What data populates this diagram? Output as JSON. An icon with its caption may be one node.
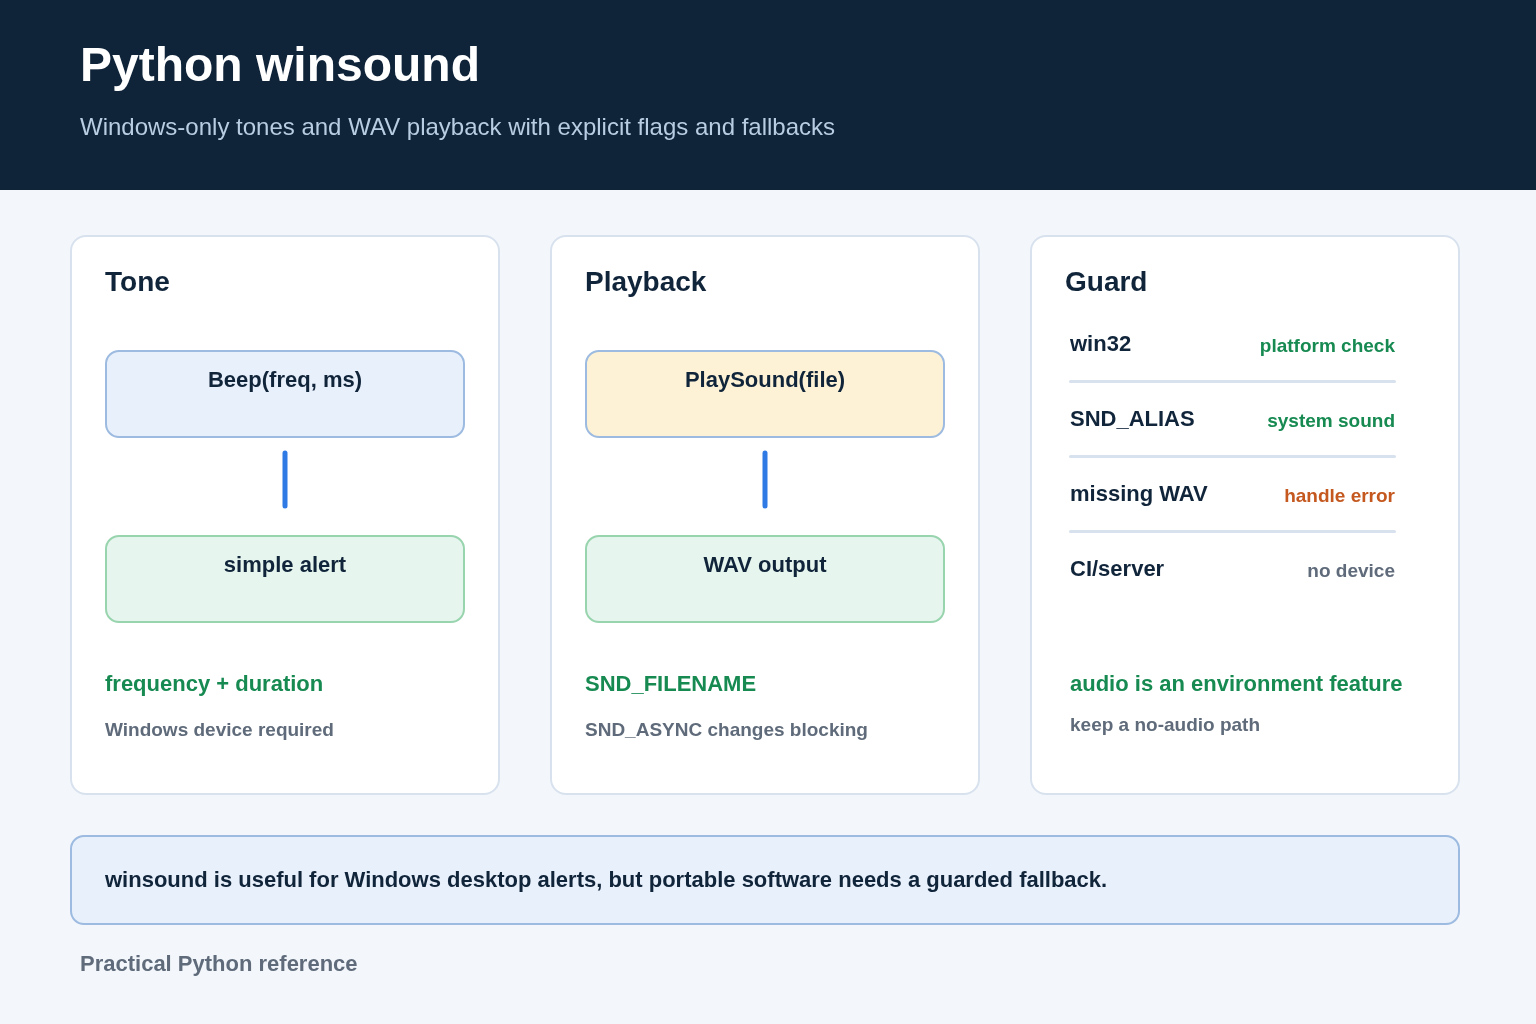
{
  "diagram": {
    "title": "Python winsound",
    "nodes": [
      {
        "text": [
          "Tone",
          "frequency + duration",
          "Windows device required"
        ]
      },
      {
        "text": [
          "Beep(freq, ms)"
        ],
        "in": 0
      },
      {
        "text": [
          "simple alert"
        ],
        "in": 0
      },
      {
        "text": [
          "Playback",
          "SND_FILENAME",
          "SND_ASYNC changes blocking"
        ]
      },
      {
        "text": [
          "PlaySound(file)"
        ],
        "in": 3
      },
      {
        "text": [
          "WAV output"
        ],
        "in": 3
      },
      {
        "text": [
          "Guard",
          "win32",
          "platform check",
          "SND_ALIAS",
          "system sound",
          "missing WAV",
          "handle error",
          "CI/server",
          "no device",
          "audio is an environment feature",
          "keep a no-audio path"
        ]
      },
      {
        "text": [
          "winsound is useful for Windows desktop alerts, but portable software needs a guarded fallback."
        ]
      }
    ],
    "edges": [
      {
        "from": 1,
        "to": 2,
        "arrow": "none"
      },
      {
        "from": 4,
        "to": 5,
        "arrow": "none"
      }
    ],
    "labels": [
      "Windows-only tones and WAV playback with explicit flags and fallbacks",
      "Practical Python reference"
    ]
  }
}
